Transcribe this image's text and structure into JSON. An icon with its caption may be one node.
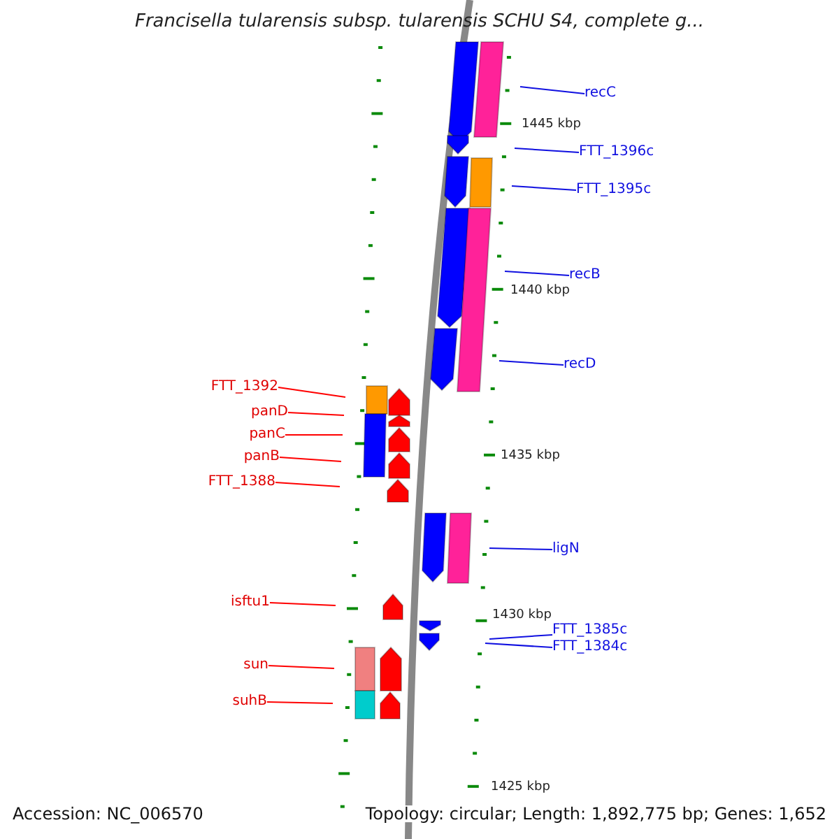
{
  "diagram": {
    "title": "Francisella tularensis subsp. tularensis SCHU S4, complete g...",
    "nodes": [
      {
        "text": [
          "recC"
        ]
      },
      {
        "text": [
          "FTT_1396c"
        ]
      },
      {
        "text": [
          "FTT_1395c"
        ]
      },
      {
        "text": [
          "recB"
        ]
      },
      {
        "text": [
          "recD"
        ]
      },
      {
        "text": [
          "FTT_1392"
        ]
      },
      {
        "text": [
          "panD"
        ]
      },
      {
        "text": [
          "panC"
        ]
      },
      {
        "text": [
          "panB"
        ]
      },
      {
        "text": [
          "FTT_1388"
        ]
      },
      {
        "text": [
          "ligN"
        ]
      },
      {
        "text": [
          "isftu1"
        ]
      },
      {
        "text": [
          "FTT_1385c"
        ]
      },
      {
        "text": [
          "FTT_1384c"
        ]
      },
      {
        "text": [
          "sun"
        ]
      },
      {
        "text": [
          "suhB"
        ]
      }
    ],
    "edges": [
      {
        "from": 0,
        "to": null,
        "arrow": "none"
      },
      {
        "from": 1,
        "to": null,
        "arrow": "none"
      },
      {
        "from": 2,
        "to": null,
        "arrow": "none"
      },
      {
        "from": 3,
        "to": null,
        "arrow": "none"
      },
      {
        "from": 4,
        "to": null,
        "arrow": "none"
      },
      {
        "from": 5,
        "to": null,
        "arrow": "none",
        "color": "#ff0000"
      },
      {
        "from": 6,
        "to": null,
        "arrow": "none",
        "color": "#ff0000"
      },
      {
        "from": 7,
        "to": null,
        "arrow": "none",
        "color": "#ff0000"
      },
      {
        "from": 8,
        "to": null,
        "arrow": "none",
        "color": "#ff0000"
      },
      {
        "from": 9,
        "to": null,
        "arrow": "none",
        "color": "#ff0000"
      },
      {
        "from": 10,
        "to": null,
        "arrow": "none"
      },
      {
        "from": 11,
        "to": null,
        "arrow": "none",
        "color": "#ff0000"
      },
      {
        "from": 12,
        "to": null,
        "arrow": "none"
      },
      {
        "from": 13,
        "to": null,
        "arrow": "none"
      },
      {
        "from": 14,
        "to": null,
        "arrow": "none",
        "color": "#ff0000"
      },
      {
        "from": 15,
        "to": null,
        "arrow": "none",
        "color": "#ff0000"
      }
    ],
    "labels": [
      "1445 kbp",
      "1440 kbp",
      "1435 kbp",
      "1430 kbp",
      "1425 kbp",
      "Accession: NC_006570",
      "Topology: circular; Length: 1,892,775 bp; Genes: 1,652"
    ]
  }
}
